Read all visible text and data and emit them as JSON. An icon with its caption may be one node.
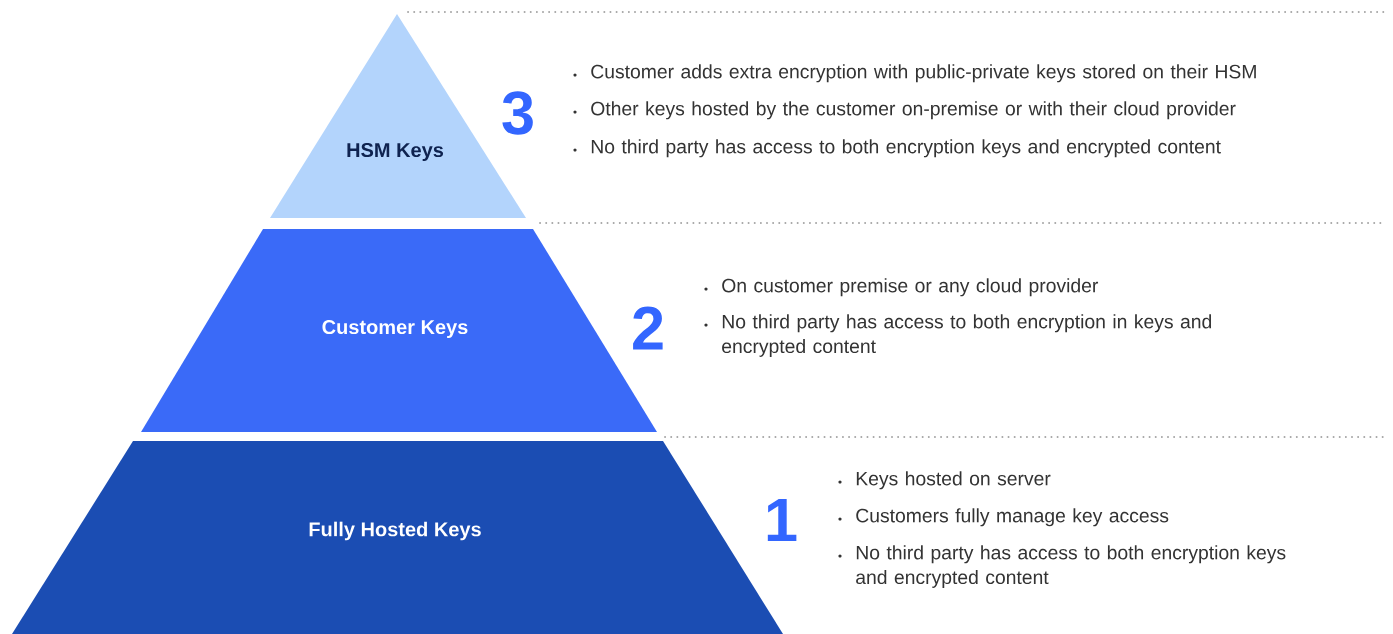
{
  "diagram": {
    "nodes": [
      {
        "text": [
          "HSM Keys"
        ]
      },
      {
        "text": [
          "Customer Keys"
        ]
      },
      {
        "text": [
          "Fully Hosted Keys"
        ]
      }
    ],
    "labels": [
      "3",
      "Customer adds extra encryption with public-private keys stored on their HSM",
      "Other keys hosted by the customer on-premise or with their cloud provider",
      "No third party has access to both encryption keys and encrypted content",
      "2",
      "On customer premise or any cloud provider",
      "No third party has access to both encryption in keys and encrypted content",
      "1",
      "Keys hosted on server",
      "Customers fully manage key access",
      "No third party has access to both encryption keys and encrypted content"
    ]
  }
}
